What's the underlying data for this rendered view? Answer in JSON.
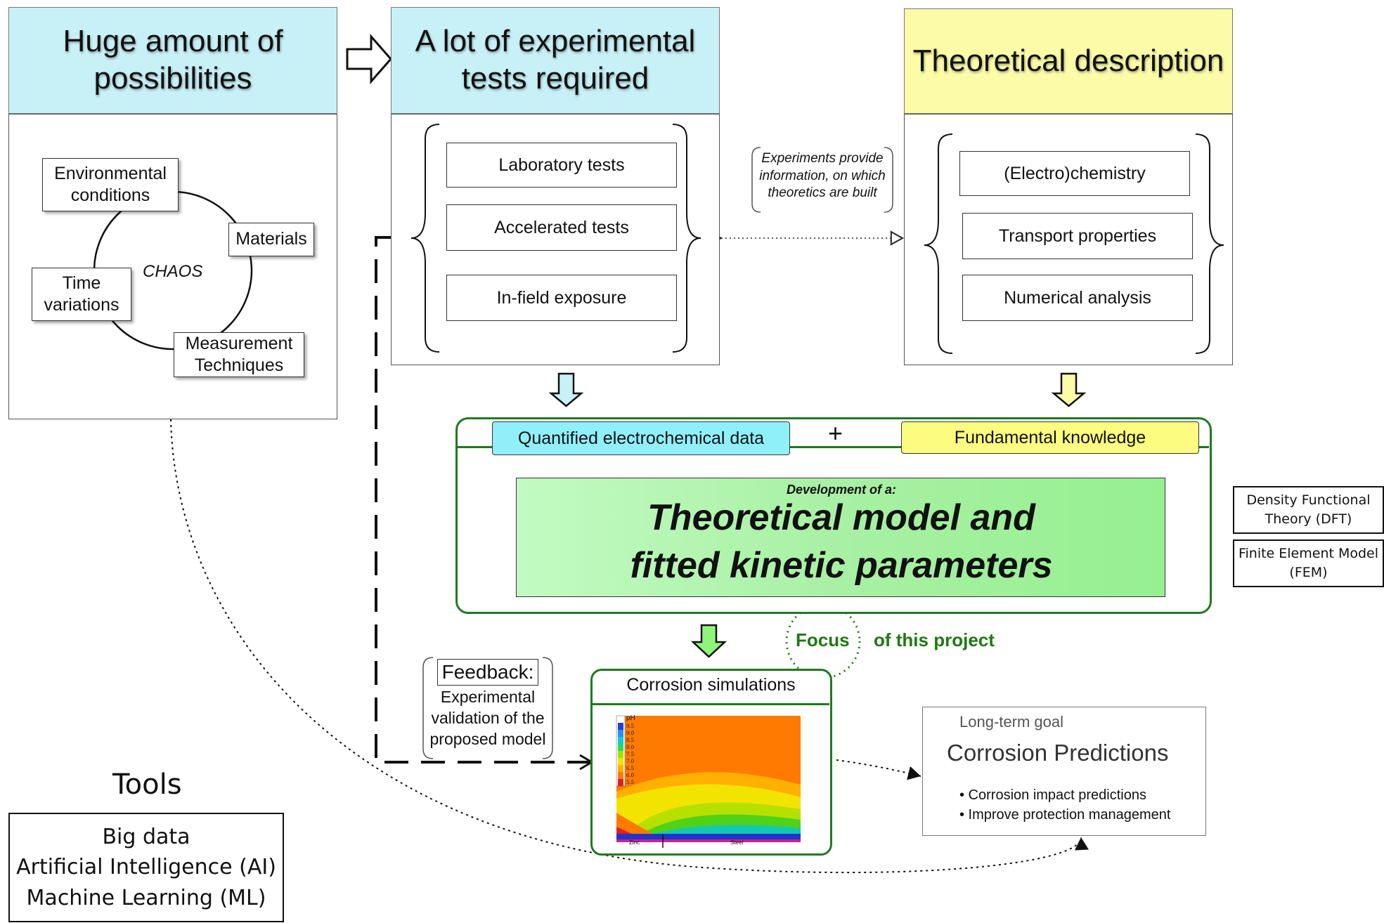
{
  "headers": {
    "possibilities": "Huge amount of possibilities",
    "experimental": "A lot of experimental tests required",
    "theoretical": "Theoretical description"
  },
  "chaos": {
    "center_label": "CHAOS",
    "items": [
      "Environmental conditions",
      "Materials",
      "Time variations",
      "Measurement Techniques"
    ]
  },
  "experiments": [
    "Laboratory tests",
    "Accelerated tests",
    "In-field exposure"
  ],
  "theory": [
    "(Electro)chemistry",
    "Transport properties",
    "Numerical analysis"
  ],
  "note_experiments": "Experiments provide information, on which theoretics are built",
  "model": {
    "data_tab": "Quantified electrochemical data",
    "plus": "+",
    "knowledge_tab": "Fundamental knowledge",
    "dev_label": "Development of a:",
    "title_line1": "Theoretical model and",
    "title_line2": "fitted kinetic parameters"
  },
  "side_methods": [
    {
      "line1": "Density Functional",
      "line2": "Theory (DFT)"
    },
    {
      "line1": "Finite Element Model",
      "line2": "(FEM)"
    }
  ],
  "focus": {
    "word": "Focus",
    "rest": "of this project"
  },
  "feedback": {
    "title": "Feedback:",
    "text": "Experimental validation of the proposed model"
  },
  "simulation": {
    "title": "Corrosion simulations",
    "legend_title": "pH",
    "legend_values": [
      "9.5",
      "9.0",
      "8.5",
      "8.0",
      "7.5",
      "7.0",
      "6.5",
      "6.0",
      "5.5"
    ],
    "axis_left": "Zinc",
    "axis_right": "Steel"
  },
  "predictions": {
    "small": "Long-term goal",
    "title": "Corrosion Predictions",
    "bullets": [
      "• Corrosion impact predictions",
      "• Improve protection management"
    ]
  },
  "tools": {
    "title": "Tools",
    "items": [
      "Big data",
      "Artificial Intelligence (AI)",
      "Machine Learning (ML)"
    ]
  },
  "colors": {
    "cyan": "#c8f1f7",
    "cyan_tab": "#8ff0fa",
    "yellow": "#fbfba8",
    "yellow_tab": "#fcfc80",
    "green_border": "#1f7a1f",
    "focus_text": "#1e7a12"
  }
}
